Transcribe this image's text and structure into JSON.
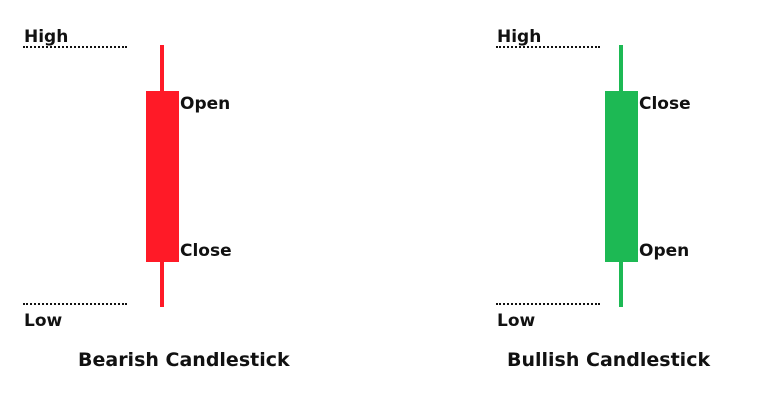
{
  "diagram": {
    "bearish": {
      "high_label": "High",
      "low_label": "Low",
      "top_label": "Open",
      "bottom_label": "Close",
      "caption": "Bearish Candlestick",
      "color": "#FF1A27"
    },
    "bullish": {
      "high_label": "High",
      "low_label": "Low",
      "top_label": "Close",
      "bottom_label": "Open",
      "caption": "Bullish Candlestick",
      "color": "#1DB954"
    }
  }
}
